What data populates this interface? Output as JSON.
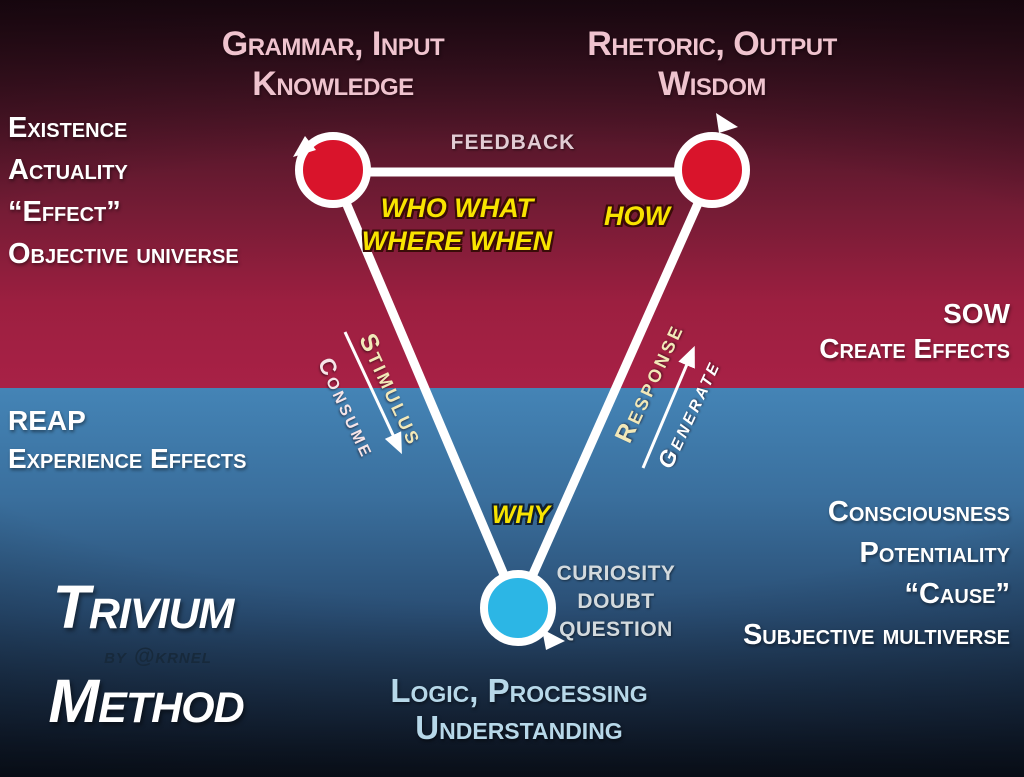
{
  "diagram": {
    "title_word1": "Trivium",
    "byline": "by @krnel",
    "title_word2": "Method"
  },
  "nodes": {
    "grammar": {
      "line1": "Grammar, Input",
      "line2": "Knowledge",
      "fill": "#d9142b"
    },
    "rhetoric": {
      "line1": "Rhetoric, Output",
      "line2": "Wisdom",
      "fill": "#d9142b"
    },
    "logic": {
      "line1": "Logic, Processing",
      "line2": "Understanding",
      "fill": "#2cb6e5"
    }
  },
  "edges": {
    "feedback_label": "FEEDBACK",
    "stimulus_label": "Stimulus",
    "consume_label": "Consume",
    "response_label": "Response",
    "generate_label": "Generate"
  },
  "questions": {
    "who_line1": "WHO WHAT",
    "who_line2": "WHERE WHEN",
    "how": "HOW",
    "why": "WHY"
  },
  "annotations": {
    "objective": {
      "lines": [
        "Existence",
        "Actuality",
        "“Effect”",
        "Objective universe"
      ]
    },
    "reap": {
      "lines": [
        "REAP",
        "Experience Effects"
      ]
    },
    "sow": {
      "lines": [
        "SOW",
        "Create Effects"
      ]
    },
    "subjective": {
      "lines": [
        "Consciousness",
        "Potentiality",
        "“Cause”",
        "Subjective multiverse"
      ]
    },
    "curiosity": {
      "lines": [
        "CURIOSITY",
        "DOUBT",
        "QUESTION"
      ]
    }
  },
  "colors": {
    "node_red": "#d9142b",
    "node_cyan": "#2cb6e5",
    "question_yellow": "#f8e400",
    "edge_cream": "#f2e8b8",
    "title_pink": "#efc3ce",
    "logic_text_blue": "#b7d8e9",
    "red_band": "#a82146",
    "blue_band": "#4484b6"
  }
}
